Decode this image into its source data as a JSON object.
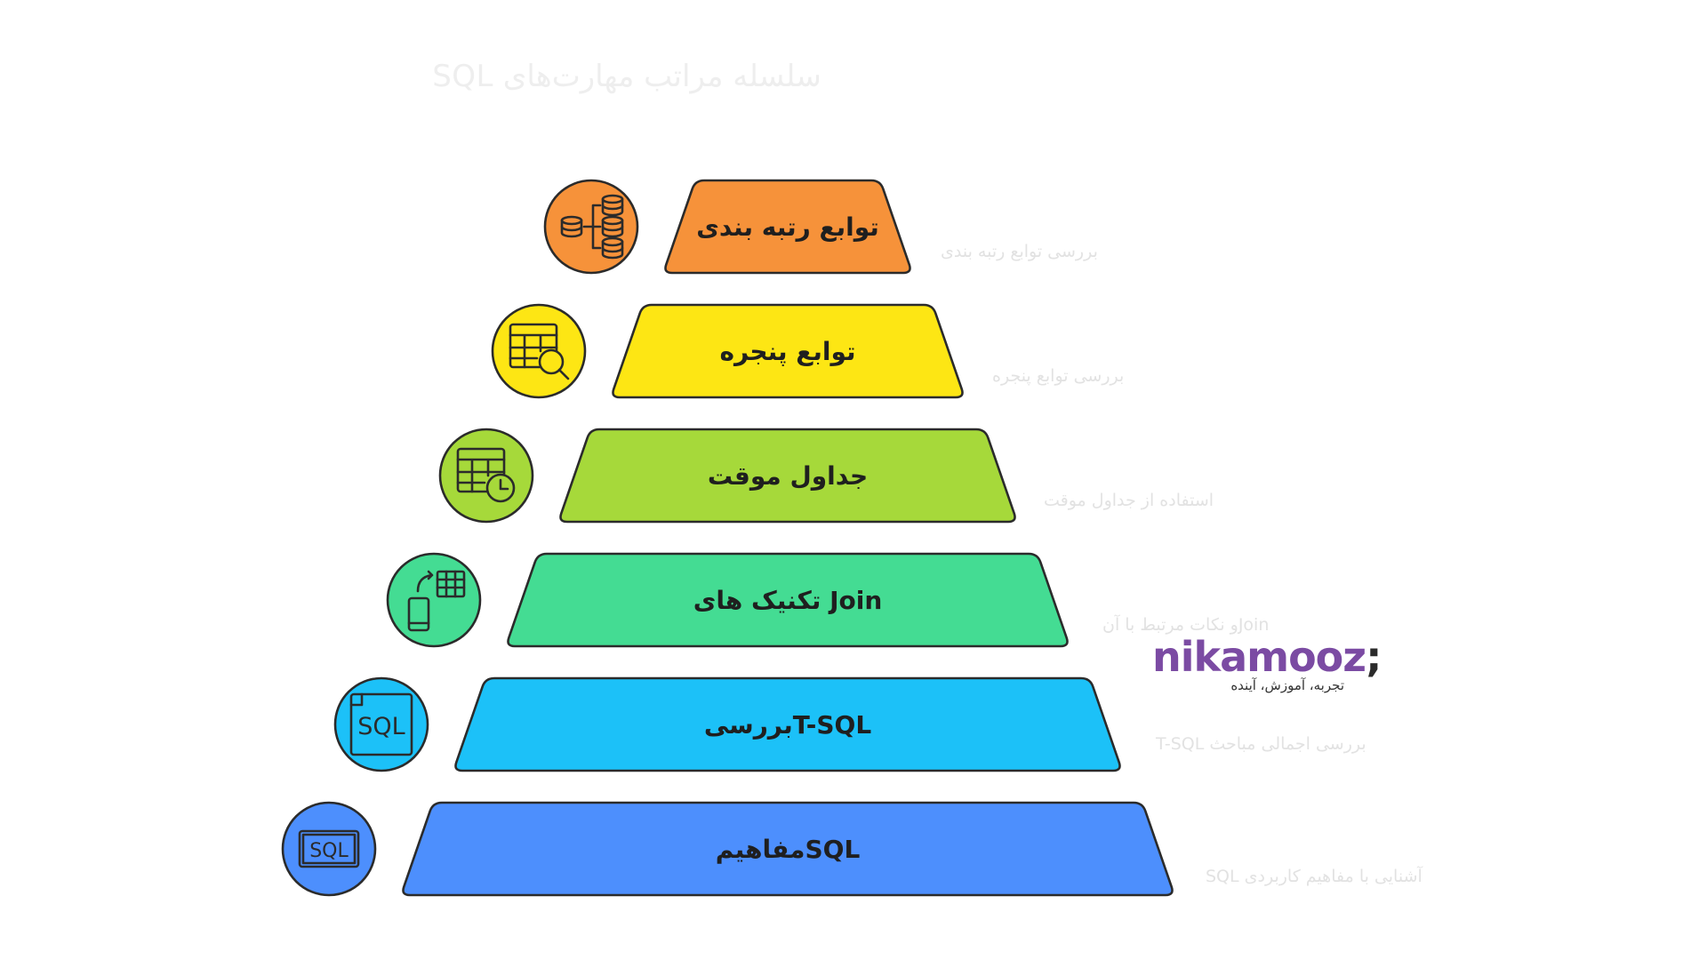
{
  "title": "سلسله مراتب مهارت‌های SQL",
  "layers": [
    {
      "label": "توابع رتبه بندی",
      "description": "بررسی توابع رتبه بندی",
      "color": "#f6923a",
      "icon": "database-hierarchy-icon"
    },
    {
      "label": "توابع پنجره",
      "description": "بررسی توابع پنجره",
      "color": "#fde614",
      "icon": "table-search-icon"
    },
    {
      "label": "جداول موقت",
      "description": "استفاده از جداول موقت",
      "color": "#a6d93a",
      "icon": "table-clock-icon"
    },
    {
      "label": "تکنیک های Join",
      "description": "Joinو نکات مرتبط با آن",
      "color": "#44dc93",
      "icon": "device-table-sync-icon"
    },
    {
      "label": "بررسیT-SQL",
      "description": "بررسی اجمالی مباحث T-SQL",
      "color": "#1cc1f8",
      "icon": "sql-document-icon"
    },
    {
      "label": "مفاهیمSQL",
      "description": "آشنایی با مفاهیم کاربردی SQL",
      "color": "#4d8ffd",
      "icon": "sql-screen-icon"
    }
  ],
  "logo": {
    "name": "nikamooz",
    "suffix": ";",
    "tagline": "تجربه، آموزش، آینده",
    "color": "#7b4ba3"
  },
  "style": {
    "stroke": "#2b2b2b"
  }
}
